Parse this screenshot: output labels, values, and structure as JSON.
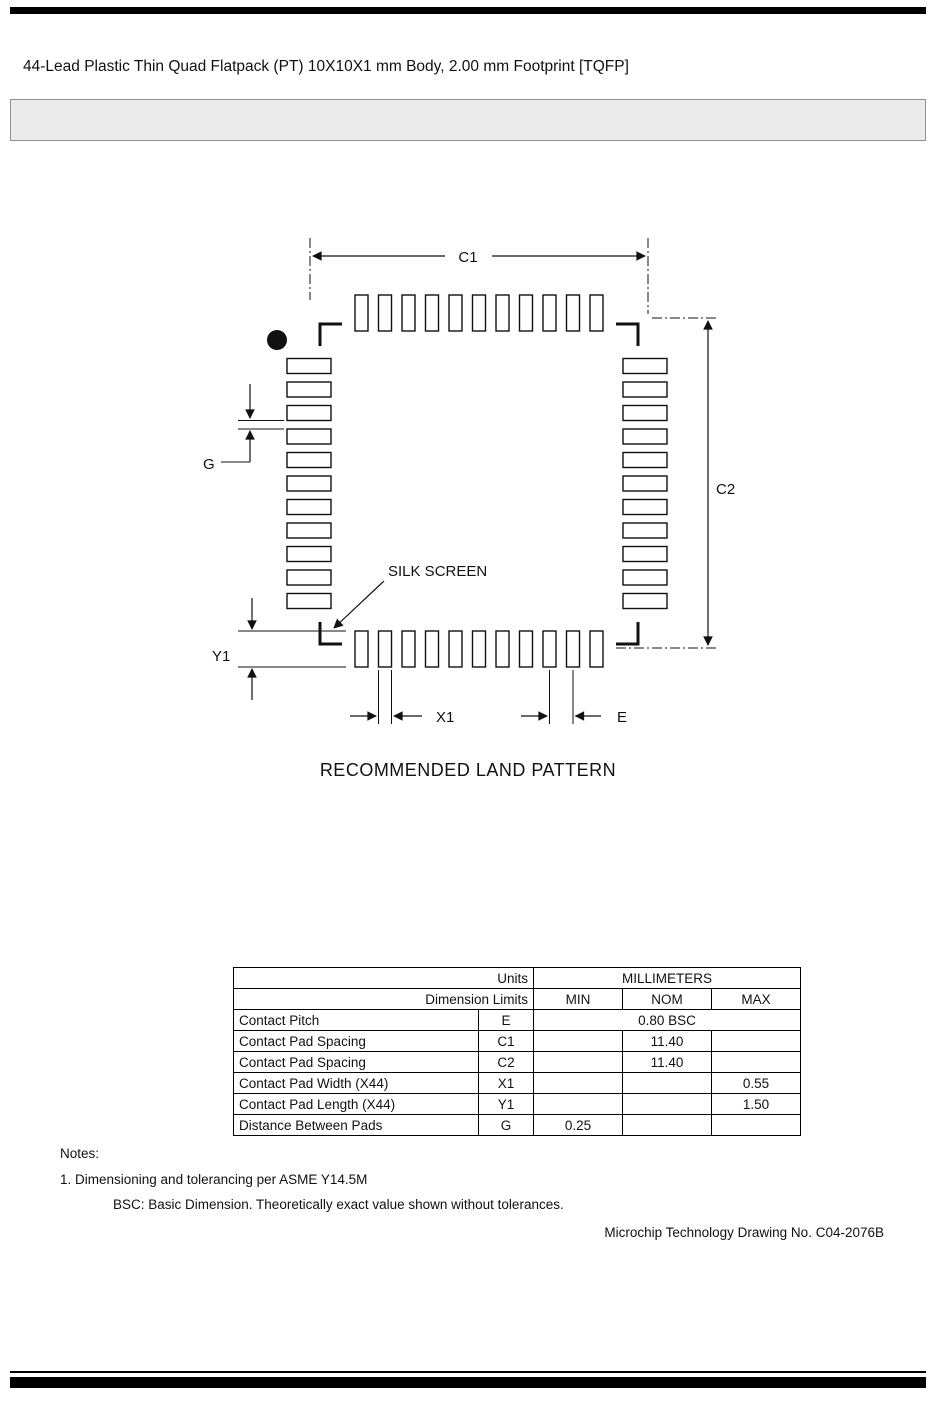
{
  "page": {
    "title": "44-Lead Plastic Thin Quad Flatpack (PT) 10X10X1 mm Body, 2.00 mm Footprint [TQFP]",
    "caption": "RECOMMENDED LAND PATTERN",
    "footer_right": "Microchip Technology Drawing No. C04-2076B"
  },
  "diagram": {
    "pads_per_side": 11,
    "labels": {
      "c1": "C1",
      "c2": "C2",
      "g": "G",
      "y1": "Y1",
      "x1": "X1",
      "e": "E",
      "silk_screen": "SILK SCREEN"
    }
  },
  "table": {
    "units_label": "Units",
    "units_value": "MILLIMETERS",
    "dimension_limits_label": "Dimension Limits",
    "col_min": "MIN",
    "col_nom": "NOM",
    "col_max": "MAX",
    "rows": [
      {
        "name": "Contact Pitch",
        "symbol": "E",
        "value": "0.80 BSC"
      },
      {
        "name": "Contact Pad Spacing",
        "symbol": "C1",
        "min": "",
        "nom": "11.40",
        "max": ""
      },
      {
        "name": "Contact Pad Spacing",
        "symbol": "C2",
        "min": "",
        "nom": "11.40",
        "max": ""
      },
      {
        "name": "Contact Pad Width (X44)",
        "symbol": "X1",
        "min": "",
        "nom": "",
        "max": "0.55"
      },
      {
        "name": "Contact Pad Length (X44)",
        "symbol": "Y1",
        "min": "",
        "nom": "",
        "max": "1.50"
      },
      {
        "name": "Distance Between Pads",
        "symbol": "G",
        "min": "0.25",
        "nom": "",
        "max": ""
      }
    ]
  },
  "notes": {
    "heading": "Notes:",
    "item_1": "1. Dimensioning and tolerancing per ASME Y14.5M",
    "item_2": "BSC: Basic Dimension. Theoretically exact value shown without tolerances."
  }
}
